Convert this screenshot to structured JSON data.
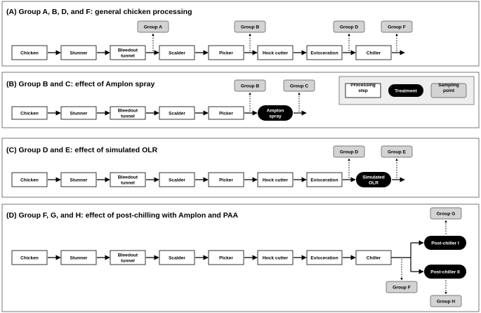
{
  "panels": [
    {
      "title": "(A) Group A, B, D, and F: general chicken processing",
      "steps": [
        "Chicken",
        "Stunner",
        "Bleedout tunnel",
        "Scalder",
        "Picker",
        "Hock cutter",
        "Evisceration",
        "Chiller"
      ],
      "samples": [
        "Group A",
        "Group B",
        "Group D",
        "Group F"
      ]
    },
    {
      "title": "(B) Group B and C: effect of Amplon spray",
      "steps": [
        "Chicken",
        "Stunner",
        "Bleedout tunnel",
        "Scalder",
        "Picker"
      ],
      "treatments": [
        "Amplon spray"
      ],
      "samples": [
        "Group B",
        "Group C"
      ],
      "legend": {
        "processing": "Processing step",
        "treatment": "Treatment",
        "sampling": "Sampling point"
      }
    },
    {
      "title": "(C) Group D and E: effect of simulated OLR",
      "steps": [
        "Chicken",
        "Stunner",
        "Bleedout tunnel",
        "Scalder",
        "Picker",
        "Hock cutter",
        "Evisceration"
      ],
      "treatments": [
        "Simulated OLR"
      ],
      "samples": [
        "Group D",
        "Group E"
      ]
    },
    {
      "title": "(D) Group F, G, and H: effect of post-chilling with Amplon and PAA",
      "steps": [
        "Chicken",
        "Stunner",
        "Bleedout tunnel",
        "Scalder",
        "Picker",
        "Hock cutter",
        "Evisceration",
        "Chiller"
      ],
      "treatments": [
        "Post-chiller I",
        "Post-chiller II"
      ],
      "samples": [
        "Group F",
        "Group G",
        "Group H"
      ]
    }
  ]
}
